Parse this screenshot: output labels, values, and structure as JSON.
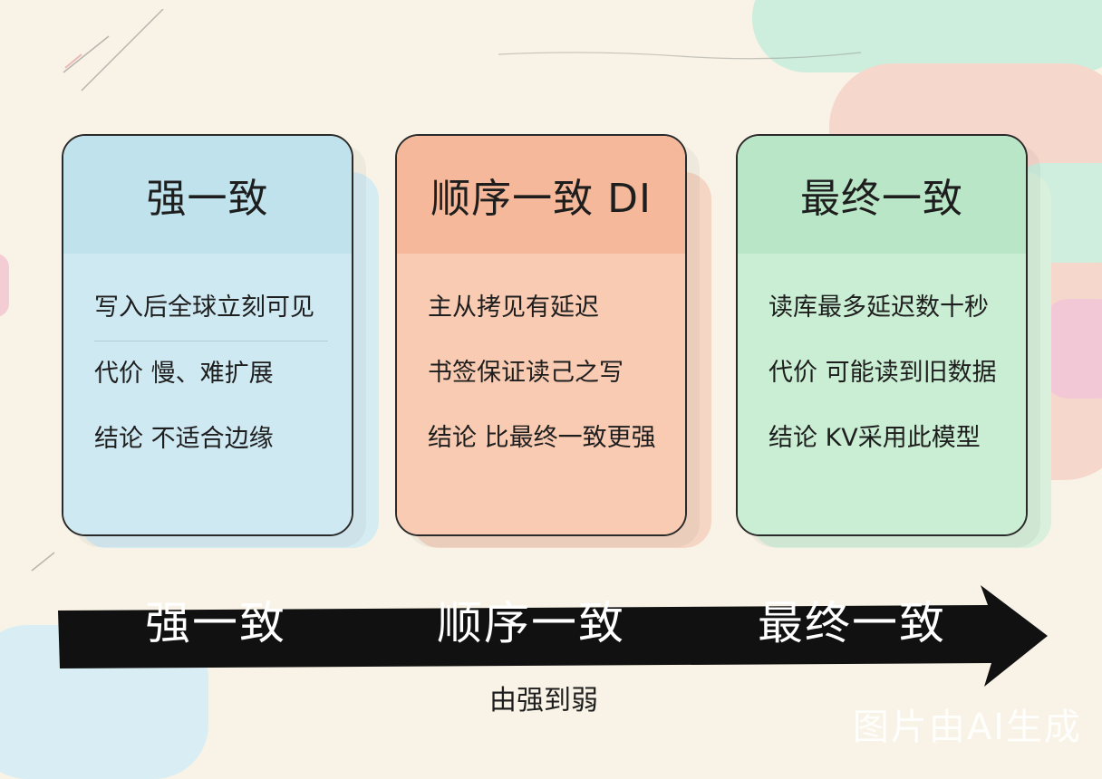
{
  "cards": [
    {
      "title": "强一致",
      "lines": [
        "写入后全球立刻可见",
        "代价  慢、难扩展",
        "结论  不适合边缘"
      ],
      "head_color": "#bfe2ec",
      "body_color": "#cfe9f3"
    },
    {
      "title": "顺序一致 DI",
      "lines": [
        "主从拷见有延迟",
        "书签保证读己之写",
        "结论  比最终一致更强"
      ],
      "head_color": "#f6b89a",
      "body_color": "#f8cbb2"
    },
    {
      "title": "最终一致",
      "lines": [
        "读库最多延迟数十秒",
        "代价  可能读到旧数据",
        "结论  KV采用此模型"
      ],
      "head_color": "#b9e6c6",
      "body_color": "#c9eed3"
    }
  ],
  "arrow": {
    "labels": [
      "强一致",
      "顺序一致",
      "最终一致"
    ],
    "caption": "由强到弱",
    "color": "#111111"
  },
  "watermark": "图片由AI生成"
}
